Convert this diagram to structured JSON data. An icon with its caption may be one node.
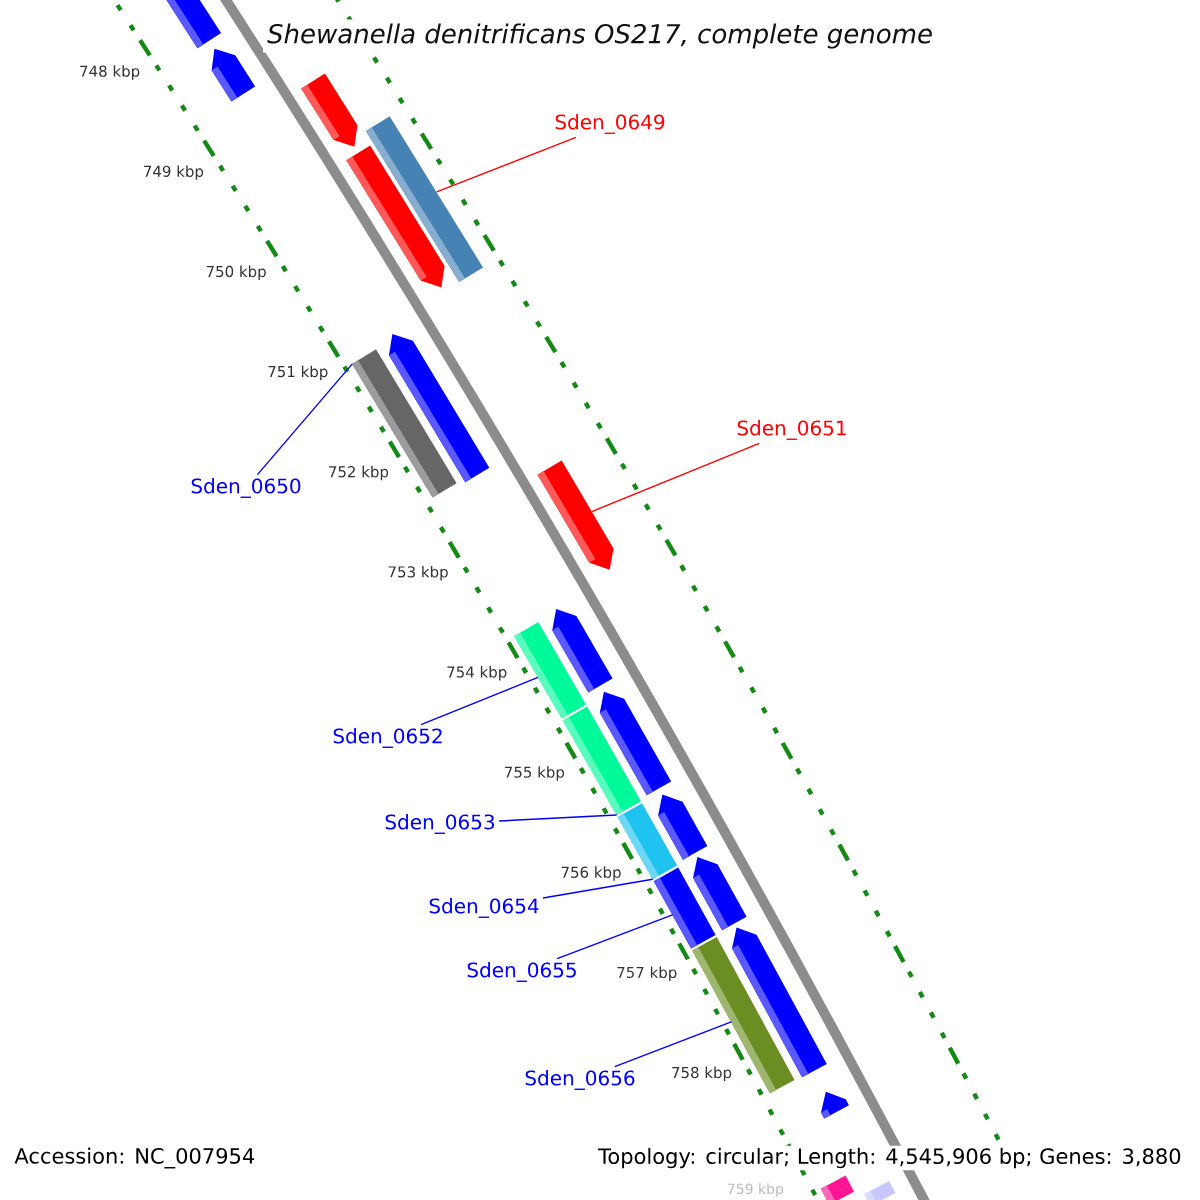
{
  "diagram": {
    "title": "Shewanella denitrificans OS217, complete genome",
    "nodes": [
      {
        "text": [
          "Sden_0649"
        ]
      },
      {
        "text": [
          "Sden_0651"
        ]
      },
      {
        "text": [
          "Sden_0650"
        ]
      },
      {
        "text": [
          "Sden_0652"
        ]
      },
      {
        "text": [
          "Sden_0653"
        ]
      },
      {
        "text": [
          "Sden_0654"
        ]
      },
      {
        "text": [
          "Sden_0655"
        ]
      },
      {
        "text": [
          "Sden_0656"
        ]
      },
      {
        "text": [],
        "shape": "bar"
      },
      {
        "text": [],
        "shape": "arrow"
      },
      {
        "text": [],
        "shape": "arrow"
      },
      {
        "text": [],
        "shape": "bar"
      },
      {
        "text": [],
        "shape": "arrow"
      },
      {
        "text": [],
        "shape": "arrow"
      },
      {
        "text": [],
        "shape": "bar"
      },
      {
        "text": [],
        "shape": "arrow"
      },
      {
        "text": [],
        "shape": "arrow"
      },
      {
        "text": [],
        "shape": "bar"
      },
      {
        "text": [],
        "shape": "arrow"
      },
      {
        "text": [],
        "shape": "bar"
      },
      {
        "text": [],
        "shape": "bar"
      },
      {
        "text": [],
        "shape": "arrow"
      },
      {
        "text": [],
        "shape": "arrow"
      },
      {
        "text": [],
        "shape": "bar"
      },
      {
        "text": [],
        "shape": "bar"
      },
      {
        "text": [],
        "shape": "arrow"
      },
      {
        "text": [],
        "shape": "arrow"
      },
      {
        "text": [],
        "shape": "bar"
      },
      {
        "text": [],
        "shape": "bar"
      }
    ],
    "edges": [
      {
        "from": 0,
        "to": 11,
        "arrow": "none",
        "color": "#ff0000"
      },
      {
        "from": 1,
        "to": 15,
        "arrow": "none",
        "color": "#ff0000"
      },
      {
        "from": 2,
        "to": 14,
        "arrow": "none"
      },
      {
        "from": 3,
        "to": 17,
        "arrow": "none"
      },
      {
        "from": 4,
        "to": 19,
        "arrow": "none"
      },
      {
        "from": 5,
        "to": 20,
        "arrow": "none"
      },
      {
        "from": 6,
        "to": 23,
        "arrow": "none"
      },
      {
        "from": 7,
        "to": 24,
        "arrow": "none"
      }
    ],
    "labels": [
      "748 kbp",
      "749 kbp",
      "750 kbp",
      "751 kbp",
      "752 kbp",
      "753 kbp",
      "754 kbp",
      "755 kbp",
      "756 kbp",
      "757 kbp",
      "758 kbp",
      "Accession: NC_007954",
      "Topology: circular; Length: 4,545,906 bp; Genes: 3,880",
      "759 kbp"
    ]
  }
}
